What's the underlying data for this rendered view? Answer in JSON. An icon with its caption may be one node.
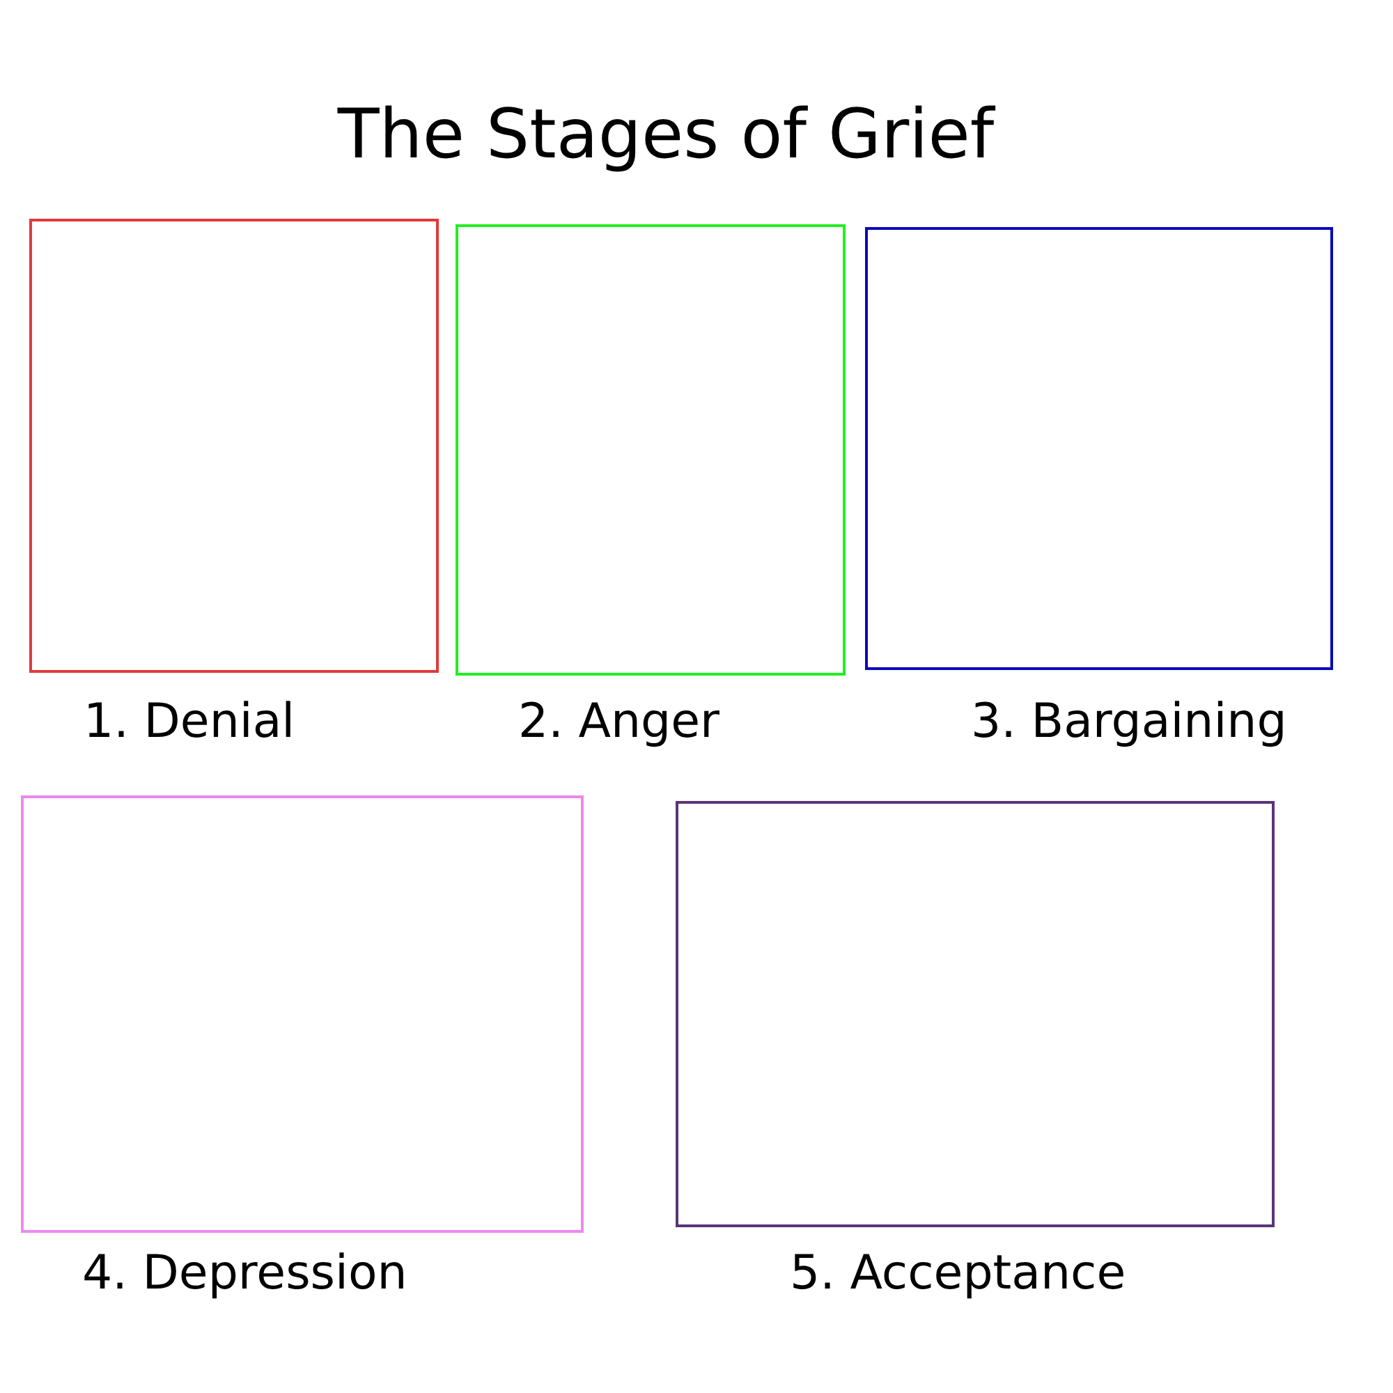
{
  "diagram": {
    "title": "The Stages of Grief",
    "nodes": [
      {
        "text": [
          "1. Denial"
        ]
      },
      {
        "text": [
          "2. Anger"
        ]
      },
      {
        "text": [
          "3. Bargaining"
        ]
      },
      {
        "text": [
          "4. Depression"
        ]
      },
      {
        "text": [
          "5. Acceptance"
        ]
      }
    ]
  }
}
